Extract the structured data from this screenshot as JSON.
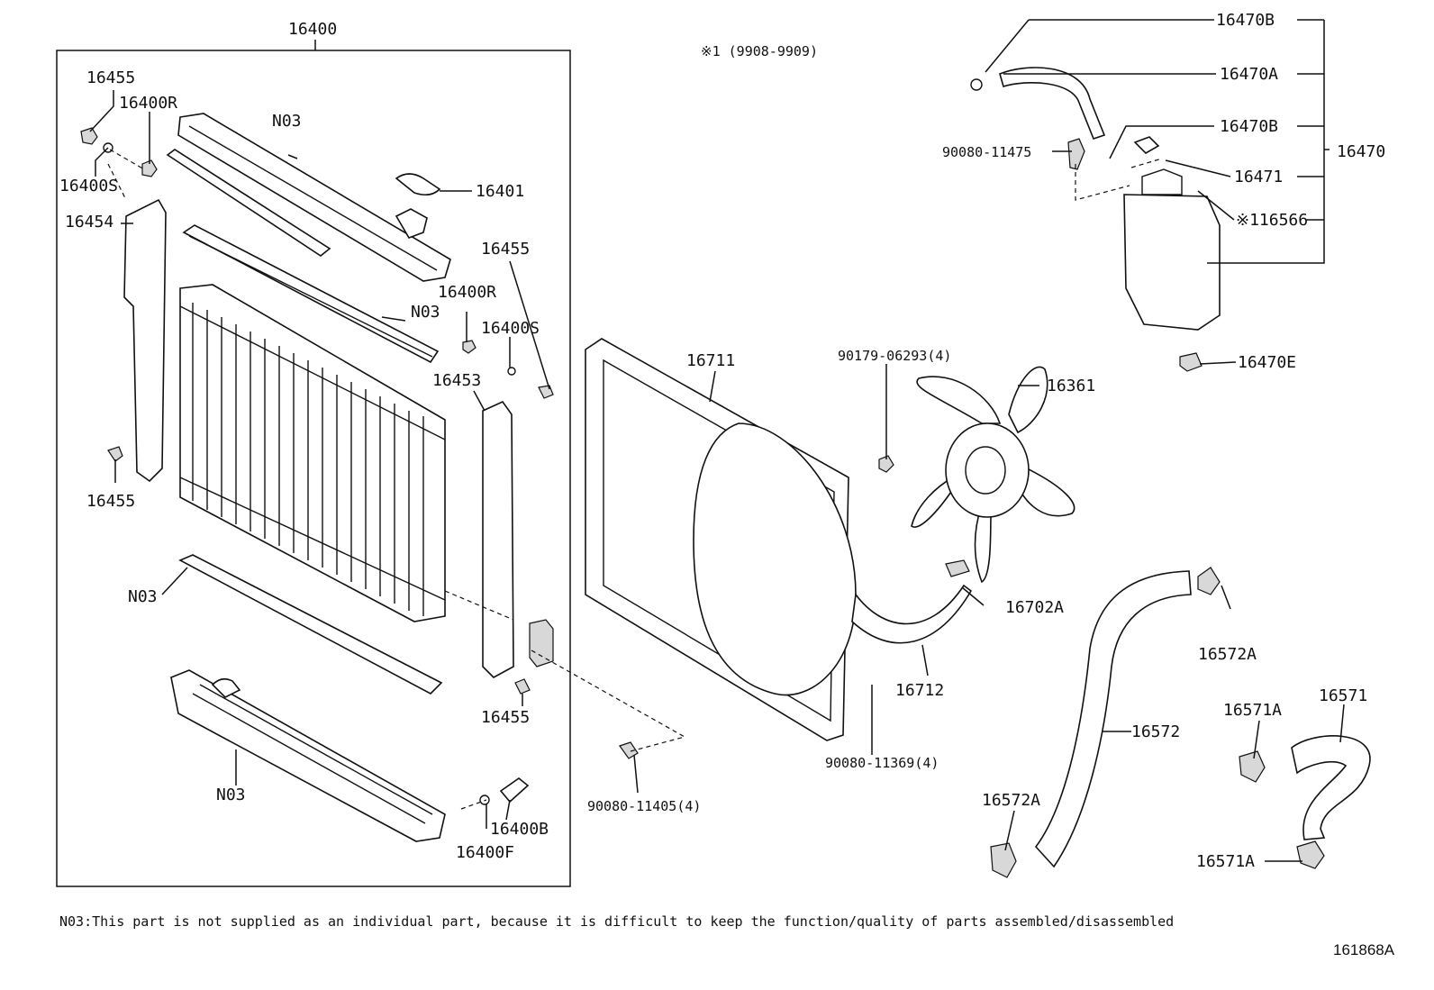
{
  "diagram": {
    "assembly_label": "16400",
    "note": "N03:This part is not supplied as an individual part, because it is difficult to keep the function/quality of parts assembled/disassembled",
    "figure_id": "161868A",
    "footnote_ref": "※1 (9908-9909)",
    "labels": [
      "16455",
      "16400R",
      "16400S",
      "16454",
      "16455",
      "N03",
      "16401",
      "16455",
      "16400R",
      "N03",
      "16400S",
      "16453",
      "N03",
      "16455",
      "N03",
      "16400B",
      "16400F",
      "16711",
      "90179-06293(4)",
      "16361",
      "16702A",
      "16712",
      "90080-11369(4)",
      "90080-11405(4)",
      "16470B",
      "16470A",
      "16470B",
      "90080-11475",
      "16470",
      "16471",
      "※116566",
      "16470E",
      "16572A",
      "16571A",
      "16571",
      "16572",
      "16572A",
      "16571A"
    ]
  }
}
